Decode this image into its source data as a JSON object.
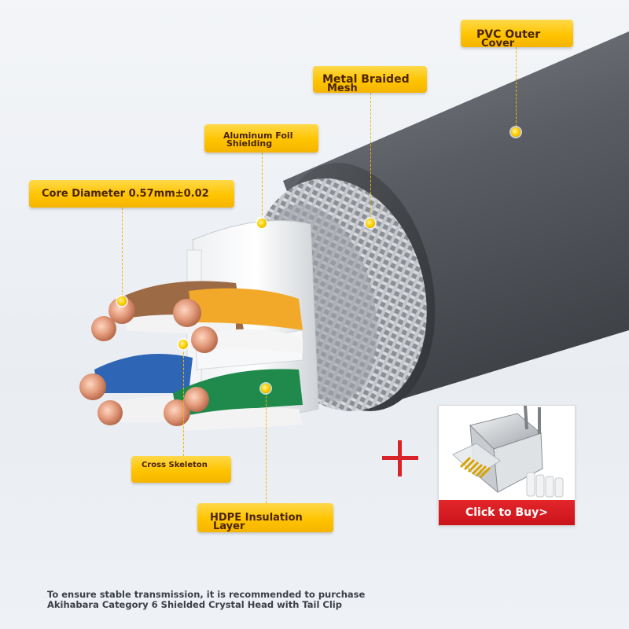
{
  "labels": {
    "pvc": {
      "line1": "PVC Outer",
      "line2": "Cover"
    },
    "braid": {
      "line1": "Metal Braided",
      "line2": "Mesh"
    },
    "foil": {
      "line1": "Aluminum Foil",
      "line2": "Shielding"
    },
    "core": {
      "line1": "Core Diameter 0.57mm±0.02"
    },
    "skeleton": {
      "line1": "Cross Skeleton"
    },
    "hdpe": {
      "line1": "HDPE Insulation",
      "line2": "Layer"
    }
  },
  "buy": {
    "button_label": "Click to Buy>"
  },
  "footer": {
    "line1": "To ensure stable transmission, it is recommended to purchase",
    "line2": " Akihabara Category 6 Shielded Crystal Head with Tail Clip"
  },
  "colors": {
    "label_bg": "#ffc400",
    "buy_button": "#d41c22",
    "cable_jacket": "#5d6066"
  }
}
